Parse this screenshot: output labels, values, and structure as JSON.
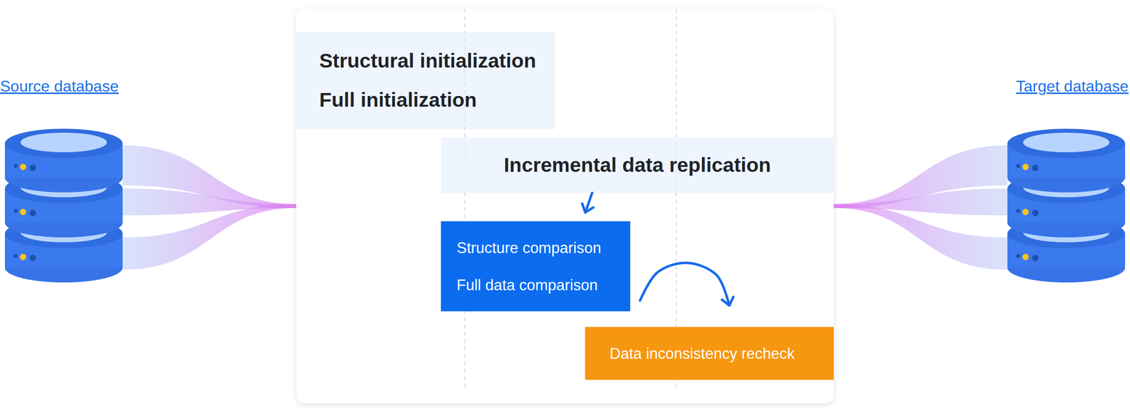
{
  "diagram": {
    "nodes": [
      {
        "text": [
          "Source database"
        ]
      },
      {
        "text": [
          "Structural initialization",
          "Full initialization"
        ]
      },
      {
        "text": [
          "Incremental data replication"
        ]
      },
      {
        "text": [
          "Structure comparison",
          "Full data comparison"
        ]
      },
      {
        "text": [
          "Data inconsistency recheck"
        ]
      },
      {
        "text": [
          "Target database"
        ]
      }
    ],
    "edges": [
      {
        "from": 2,
        "to": 3,
        "arrow": "to"
      },
      {
        "from": 3,
        "to": 4,
        "arrow": "to"
      }
    ]
  }
}
